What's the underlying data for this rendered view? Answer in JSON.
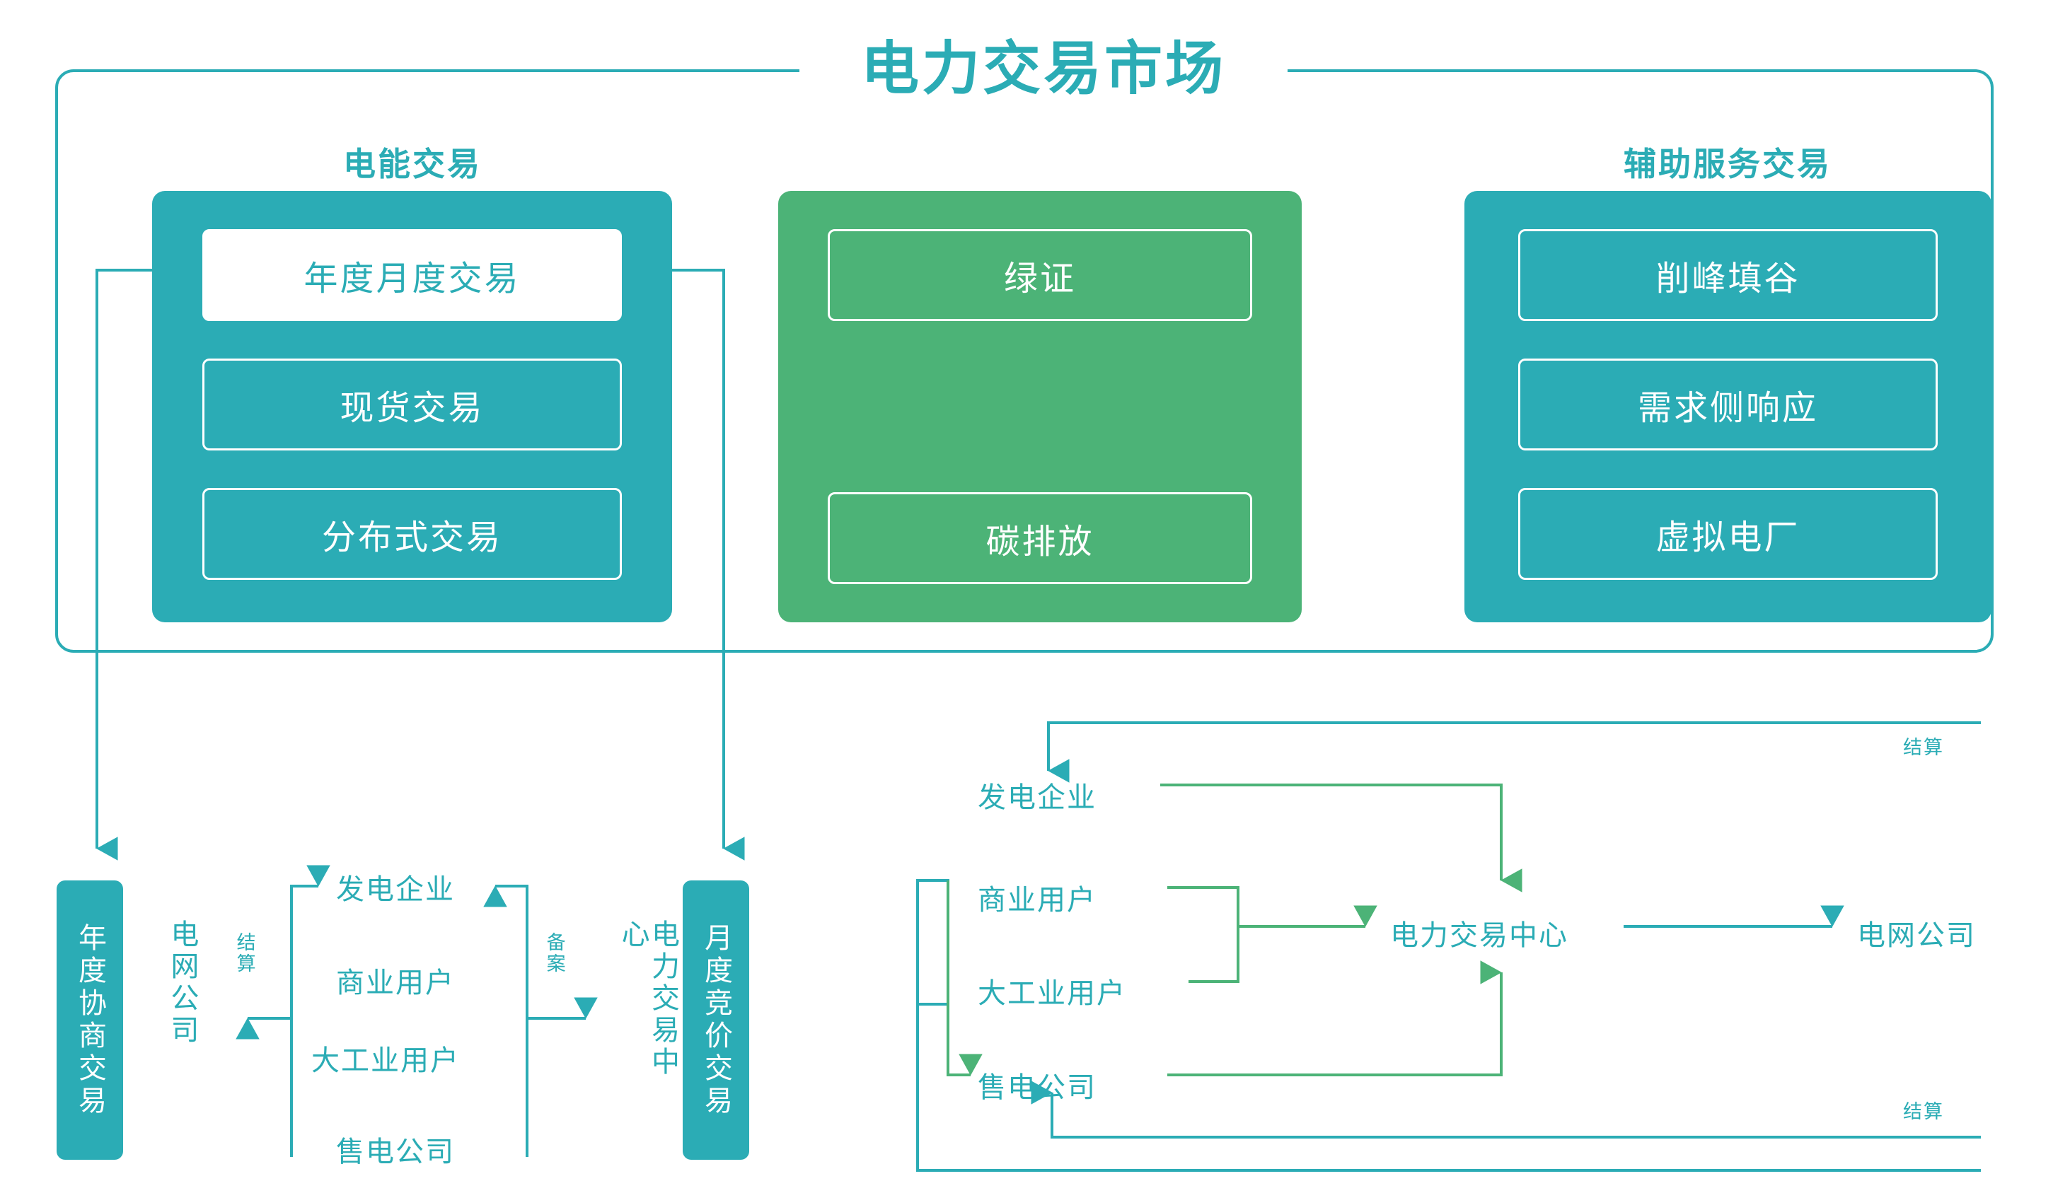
{
  "title": "电力交易市场",
  "colors": {
    "teal": "#2BACB5",
    "green": "#4CB377",
    "white": "#FFFFFF"
  },
  "groups": [
    {
      "heading": "电能交易",
      "accent": "#2BACB5",
      "items": [
        {
          "label": "年度月度交易",
          "style": "filled"
        },
        {
          "label": "现货交易",
          "style": "outline"
        },
        {
          "label": "分布式交易",
          "style": "outline"
        }
      ]
    },
    {
      "heading": "",
      "accent": "#4CB377",
      "items": [
        {
          "label": "绿证",
          "style": "outline"
        },
        {
          "label": "碳排放",
          "style": "outline"
        }
      ]
    },
    {
      "heading": "辅助服务交易",
      "accent": "#2BACB5",
      "items": [
        {
          "label": "削峰填谷",
          "style": "outline"
        },
        {
          "label": "需求侧响应",
          "style": "outline"
        },
        {
          "label": "虚拟电厂",
          "style": "outline"
        }
      ]
    }
  ],
  "flow_left": {
    "annual_box": "年度协商交易",
    "monthly_box": "月度竞价交易",
    "grid_company": "电网公司",
    "settlement": "结算",
    "filing": "备案",
    "trading_center": "电力交易中心",
    "actors": {
      "generator": "发电企业",
      "commercial": "商业用户",
      "industrial": "大工业用户",
      "retailer": "售电公司"
    }
  },
  "flow_right": {
    "generator": "发电企业",
    "commercial": "商业用户",
    "industrial": "大工业用户",
    "retailer": "售电公司",
    "trading_center": "电力交易中心",
    "grid_company": "电网公司",
    "settlement_top": "结算",
    "settlement_bottom": "结算"
  }
}
